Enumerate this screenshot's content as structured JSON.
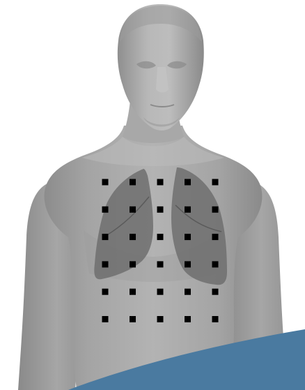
{
  "scene": {
    "background_color": "#ffffff",
    "body_color": "#a9a9a9",
    "body_shadow_color": "#8f8f8f",
    "body_highlight_color": "#c4c4c4",
    "lung_color": "#6e6e6e",
    "electrode_color": "#000000",
    "corner_band_color": "#4a7aa0",
    "electrode_grid": {
      "rows": 6,
      "columns": 5,
      "count": 30
    }
  }
}
